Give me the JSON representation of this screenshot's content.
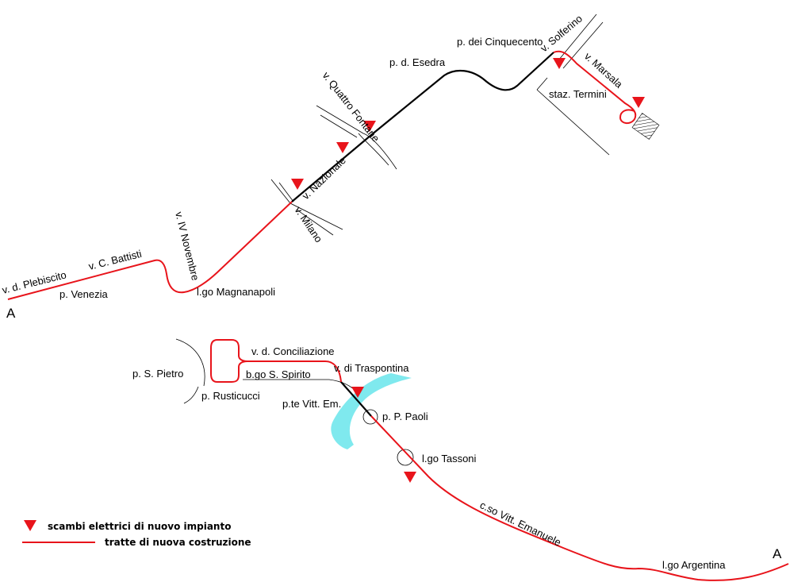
{
  "colors": {
    "new_track": "#e8141b",
    "existing_track": "#000000",
    "river": "#7fe9ee",
    "street": "#000000"
  },
  "labels": {
    "v_plebiscito": "v. d. Plebiscito",
    "v_battisti": "v. C. Battisti",
    "p_venezia": "p. Venezia",
    "endpoint_a_top": "A",
    "v_iv_novembre": "v. IV Novembre",
    "lgo_magnanapoli": "l.go Magnanapoli",
    "v_milano": "v. Milano",
    "v_nazionale": "v. Nazionale",
    "v_quattro_fontane": "v. Quattro Fontane",
    "p_esedra": "p. d. Esedra",
    "p_cinquecento": "p. dei Cinquecento",
    "v_solferino": "v. Solferino",
    "v_marsala": "v. Marsala",
    "staz_termini": "staz. Termini",
    "p_s_pietro": "p. S. Pietro",
    "p_rusticucci": "p. Rusticucci",
    "v_conciliazione": "v. d. Conciliazione",
    "bgo_s_spirito": "b.go S. Spirito",
    "v_traspontina": "v. di Traspontina",
    "pte_vitt_em": "p.te Vitt. Em.",
    "p_p_paoli": "p. P. Paoli",
    "lgo_tassoni": "l.go Tassoni",
    "cso_vitt_emanuele": "c.so Vitt. Emanuele",
    "lgo_argentina": "l.go Argentina",
    "endpoint_a_bottom": "A"
  },
  "legend": {
    "switch_label": "scambi elettrici di nuovo impianto",
    "track_label": "tratte di nuova costruzione"
  },
  "icons": {
    "switch": "red-down-triangle",
    "station": "hatched-rectangle",
    "roundabout": "circle"
  }
}
